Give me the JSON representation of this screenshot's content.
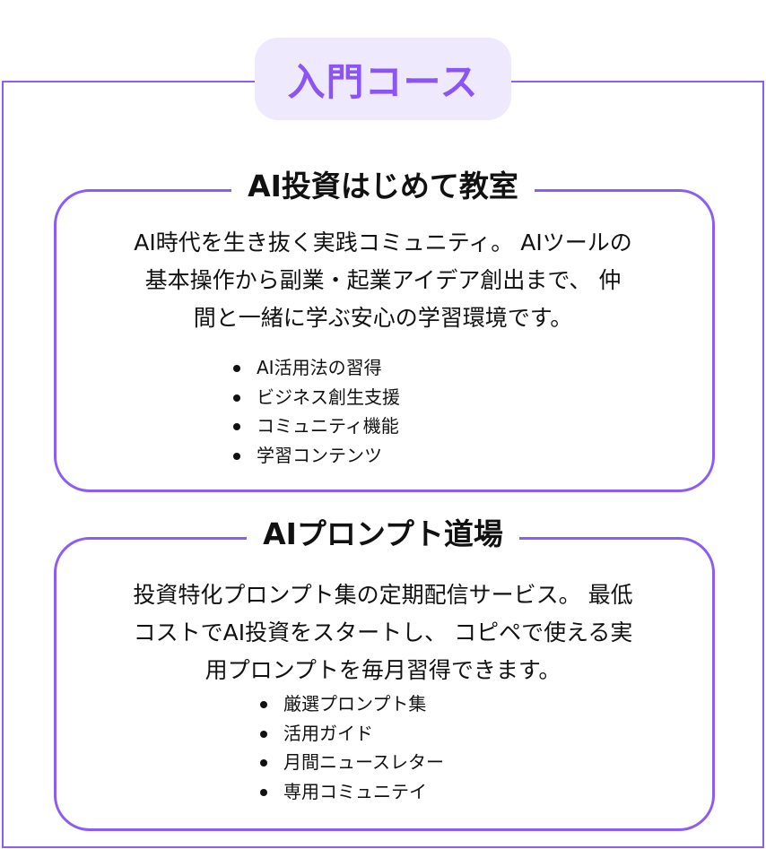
{
  "header": {
    "label": "入門コース"
  },
  "courses": [
    {
      "title": "AI投資はじめて教室",
      "description_lines": [
        "AI時代を生き抜く実践コミュニティ。 AIツールの",
        "基本操作から副業・起業アイデア創出まで、 仲",
        "間と一緒に学ぶ安心の学習環境です。"
      ],
      "features": [
        "AI活用法の習得",
        "ビジネス創生支援",
        "コミュニティ機能",
        "学習コンテンツ"
      ]
    },
    {
      "title": "AIプロンプト道場",
      "description_lines": [
        "投資特化プロンプト集の定期配信サービス。 最低",
        "コストでAI投資をスタートし、 コピペで使える実",
        "用プロンプトを毎月習得できます。"
      ],
      "features": [
        "厳選プロンプト集",
        "活用ガイド",
        "月間ニュースレター",
        "専用コミュニテイ"
      ]
    }
  ],
  "colors": {
    "accent": "#8b5cf6",
    "pill_bg": "#efe9fd"
  }
}
